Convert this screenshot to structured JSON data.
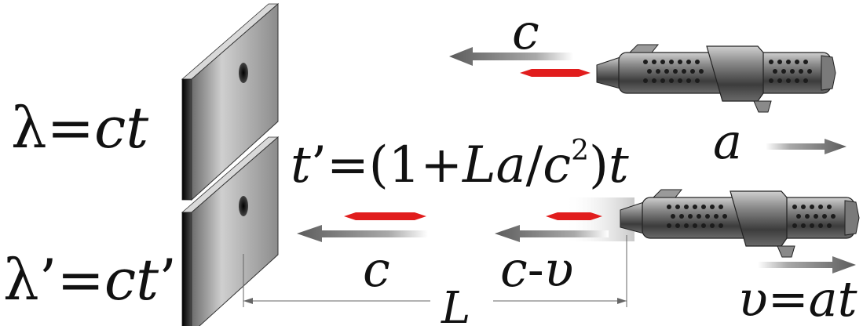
{
  "equations": {
    "lambda": {
      "sym": "λ",
      "eq": "=",
      "rhs": "ct"
    },
    "lambda_prime": {
      "sym": "λ",
      "prime": "’",
      "eq": "=",
      "rhs": "ct",
      "prime2": "’"
    },
    "time": {
      "t": "t",
      "prime": "’",
      "eq": "=",
      "open": "(",
      "one": "1",
      "plus": "+",
      "L": "L",
      "a": "a",
      "slash": "/",
      "c": "c",
      "exp": "2",
      "close": ")",
      "t2": "t"
    },
    "accel": "a",
    "speed": {
      "v": "υ",
      "eq": "=",
      "rhs": "at"
    }
  },
  "labels": {
    "c_top": "c",
    "c_bottom": "c",
    "c_minus_v": {
      "c": "c",
      "dash": "-",
      "v": "υ"
    },
    "distance": "L"
  },
  "colors": {
    "pulse": "#e11d1d",
    "arrow": "#7a7a7a",
    "plate_front": "#b8b8b8",
    "plate_dark": "#1a1a1a",
    "body": "#5a5a5a",
    "line": "#666666"
  },
  "icons": [
    "plate-with-slit-icon",
    "rocket-emitter-icon",
    "light-pulse-icon",
    "arrow-left-icon",
    "arrow-right-icon"
  ]
}
